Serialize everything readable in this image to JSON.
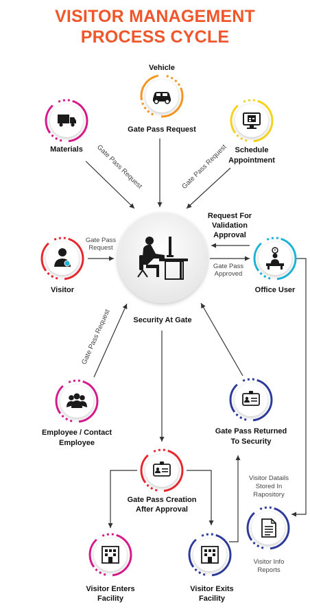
{
  "title": {
    "line1": "VISITOR MANAGEMENT",
    "line2": "PROCESS CYCLE"
  },
  "colors": {
    "title": "#f0562a",
    "ring_orange": "#f7941d",
    "ring_yellow": "#f6d21a",
    "ring_magenta": "#d6198a",
    "ring_red": "#e8262d",
    "ring_green": "#39b54a",
    "ring_cyan": "#1bb3d8",
    "ring_blue": "#2d3a9b",
    "arrow": "#333333",
    "icon": "#1a1a1a"
  },
  "nodes": {
    "vehicle": {
      "label": "Vehicle",
      "icon": "car-icon"
    },
    "materials": {
      "label": "Materials",
      "icon": "truck-icon"
    },
    "schedule": {
      "line1": "Schedule",
      "line2": "Appointment",
      "icon": "calendar-monitor-icon"
    },
    "gate_pass_request": {
      "label": "Gate Pass Request"
    },
    "visitor": {
      "label": "Visitor",
      "icon": "user-icon"
    },
    "security": {
      "label": "Security At Gate",
      "icon": "desk-worker-icon"
    },
    "office_user": {
      "label": "Office User",
      "icon": "office-desk-icon"
    },
    "employee": {
      "line1": "Employee / Contact",
      "line2": "Employee",
      "icon": "group-icon"
    },
    "returned": {
      "line1": "Gate Pass Returned",
      "line2": "To Security",
      "icon": "id-card-icon"
    },
    "creation": {
      "line1": "Gate Pass Creation",
      "line2": "After Approval",
      "icon": "id-card-icon"
    },
    "enters": {
      "line1": "Visitor Enters",
      "line2": "Facility",
      "icon": "building-icon"
    },
    "exits": {
      "line1": "Visitor Exits",
      "line2": "Facility",
      "icon": "building-icon"
    },
    "reports": {
      "line1": "Visitor Info",
      "line2": "Reports",
      "icon": "document-icon"
    }
  },
  "edge_labels": {
    "materials_gpr": "Gate Pass Request",
    "schedule_gpr": "Gate Pass Request",
    "visitor_gpr_line1": "Gate Pass",
    "visitor_gpr_line2": "Request",
    "request_line1": "Request For",
    "request_line2": "Validation",
    "request_line3": "Approval",
    "approved_line1": "Gate Pass",
    "approved_line2": "Approved",
    "employee_gpr": "Gate Pass Request",
    "stored_line1": "Visitor Datails",
    "stored_line2": "Stored In",
    "stored_line3": "Rapository"
  }
}
